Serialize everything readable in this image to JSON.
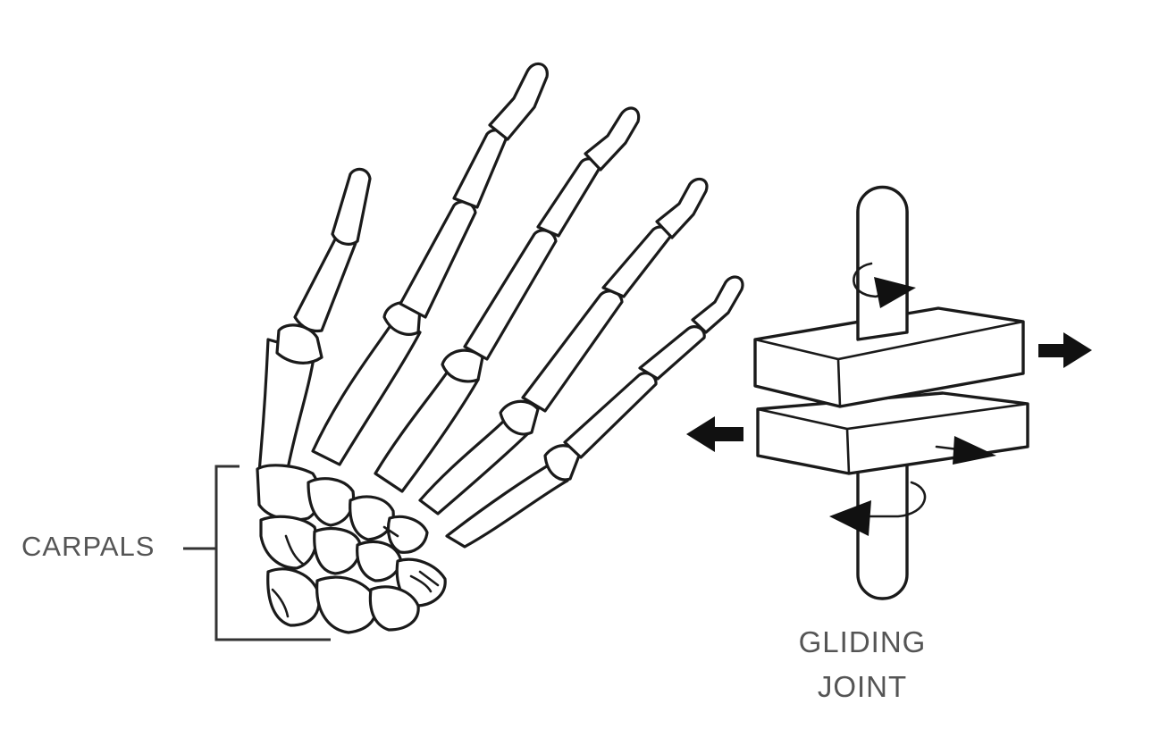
{
  "labels": {
    "carpals": "CARPALS",
    "gliding_line1": "GLIDING",
    "gliding_line2": "JOINT"
  }
}
